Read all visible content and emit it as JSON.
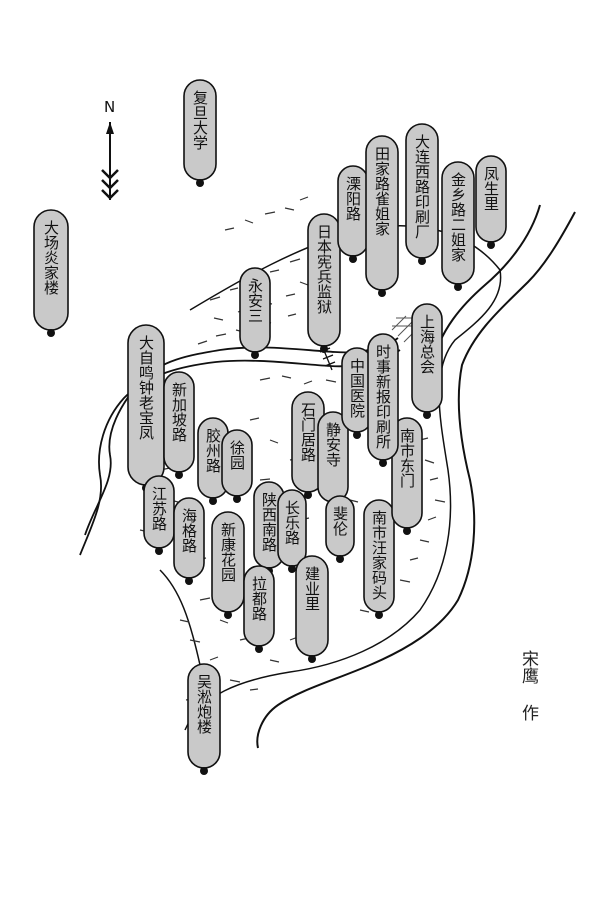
{
  "map": {
    "north_label": "N",
    "signature": "宋鹰 作",
    "labels": [
      {
        "id": "fudan-daxue",
        "text": "复旦大学"
      },
      {
        "id": "dachang-yanwulou",
        "text": "大场炎家楼"
      },
      {
        "id": "yongan-san",
        "text": "永安三"
      },
      {
        "id": "dazi-minglou",
        "text": "大自鸣钟老宝凤"
      },
      {
        "id": "xinjiapo-lu",
        "text": "新加坡路"
      },
      {
        "id": "jiaozhou-lu",
        "text": "胶州路"
      },
      {
        "id": "jiangsu-lu",
        "text": "江苏路"
      },
      {
        "id": "haige-lu",
        "text": "海格路"
      },
      {
        "id": "xuyuan",
        "text": "徐园"
      },
      {
        "id": "xinkang-huayuan",
        "text": "新康花园"
      },
      {
        "id": "shaanxi-nanlu",
        "text": "陕西南路"
      },
      {
        "id": "changle-lu",
        "text": "长乐路"
      },
      {
        "id": "shimen-lu",
        "text": "石门居路"
      },
      {
        "id": "jingan-si",
        "text": "静安寺"
      },
      {
        "id": "lafayette",
        "text": "拉都路"
      },
      {
        "id": "jianye-li",
        "text": "建业里"
      },
      {
        "id": "feilong",
        "text": "斐伦"
      },
      {
        "id": "nanshi-wangjiamatou",
        "text": "南市汪家码头"
      },
      {
        "id": "nanshi-dongmen",
        "text": "南市东门"
      },
      {
        "id": "zhongguo-yiyuan",
        "text": "中国医院"
      },
      {
        "id": "shishi-xinbao",
        "text": "时事新报印刷所"
      },
      {
        "id": "shanghai-zonghui",
        "text": "上海总会"
      },
      {
        "id": "riben-xianbing",
        "text": "日本宪兵监狱"
      },
      {
        "id": "liyang-lu",
        "text": "溧阳路"
      },
      {
        "id": "tianjia-lu",
        "text": "田家路雀姐家"
      },
      {
        "id": "dalian-xilu",
        "text": "大连西路印刷厂"
      },
      {
        "id": "jinxiang-lu",
        "text": "金乡路二姐家"
      },
      {
        "id": "fengsheng-li",
        "text": "凤生里"
      },
      {
        "id": "wusong-paotai",
        "text": "吴淞炮楼"
      }
    ]
  }
}
